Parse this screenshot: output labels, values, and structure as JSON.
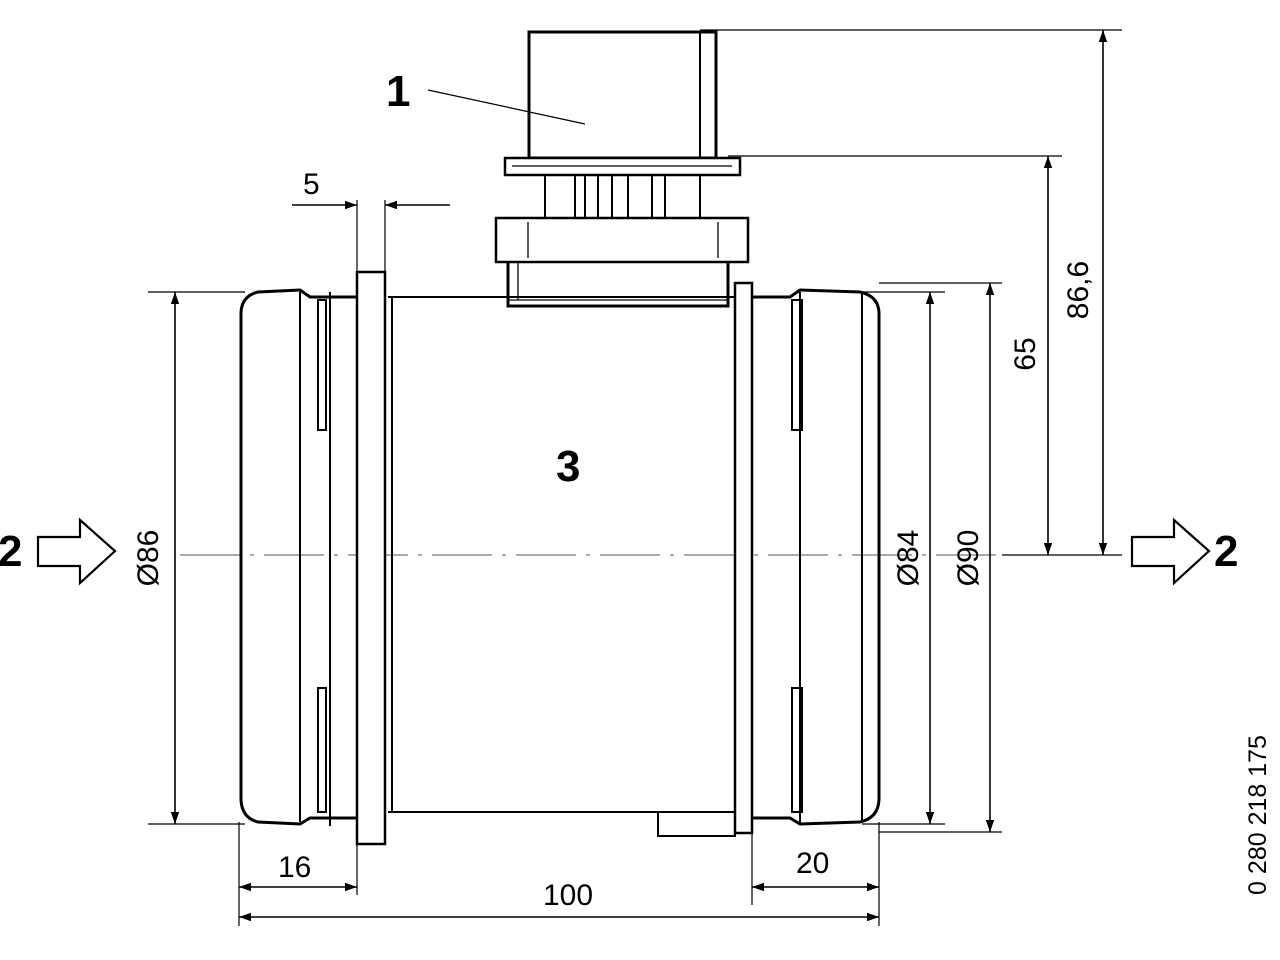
{
  "callouts": {
    "connector": "1",
    "flow_left": "2",
    "flow_right": "2",
    "housing": "3"
  },
  "dimensions": {
    "flange_thickness": "5",
    "inlet_diameter": "Ø86",
    "outlet_inner_diameter": "Ø84",
    "outlet_outer_diameter": "Ø90",
    "connector_height_65": "65",
    "connector_height_866": "86,6",
    "inlet_length": "16",
    "outlet_length": "20",
    "overall_length": "100"
  },
  "part_number": "0 280 218 175",
  "icons": {
    "flow_arrow": "outline-arrow-right"
  }
}
